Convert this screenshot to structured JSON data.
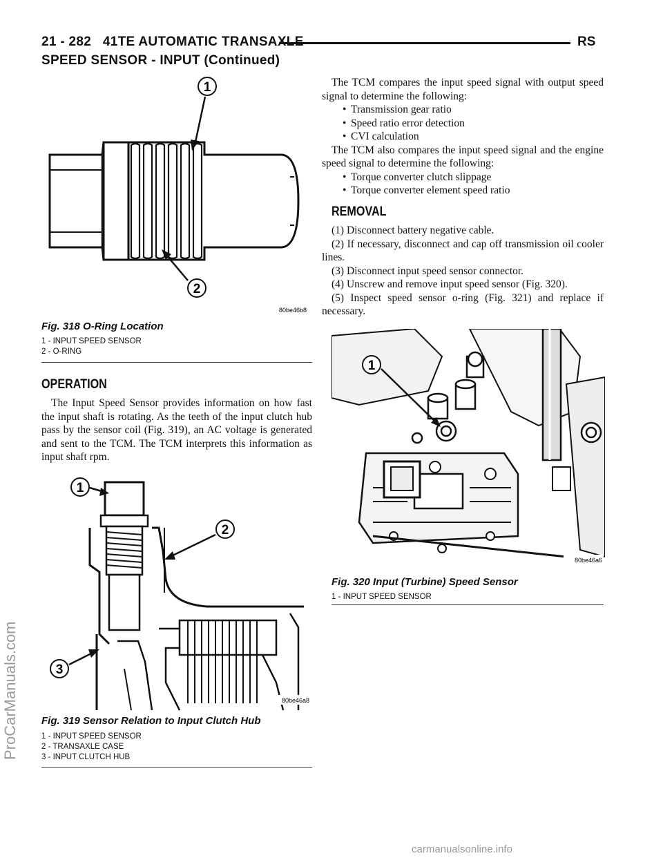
{
  "header": {
    "page_number": "21 - 282",
    "manual_section": "41TE AUTOMATIC TRANSAXLE",
    "model": "RS"
  },
  "section_title": "SPEED SENSOR - INPUT (Continued)",
  "fig318": {
    "caption": "Fig. 318 O-Ring Location",
    "code": "80be46b8",
    "callouts": [
      "1",
      "2"
    ],
    "legend": [
      "1 - INPUT SPEED SENSOR",
      "2 - O-RING"
    ]
  },
  "operation": {
    "heading": "OPERATION",
    "paragraph": "The Input Speed Sensor provides information on how fast the input shaft is rotating. As the teeth of the input clutch hub pass by the sensor coil (Fig. 319), an AC voltage is generated and sent to the TCM. The TCM interprets this information as input shaft rpm."
  },
  "fig319": {
    "caption": "Fig. 319 Sensor Relation to Input Clutch Hub",
    "code": "80be46a8",
    "callouts": [
      "1",
      "2",
      "3"
    ],
    "legend": [
      "1 - INPUT SPEED SENSOR",
      "2 - TRANSAXLE CASE",
      "3 - INPUT CLUTCH HUB"
    ]
  },
  "right_column": {
    "intro1": "The TCM compares the input speed signal with output speed signal to determine the following:",
    "bullets1": [
      "Transmission gear ratio",
      "Speed ratio error detection",
      "CVI calculation"
    ],
    "intro2": "The TCM also compares the input speed signal and the engine speed signal to determine the following:",
    "bullets2": [
      "Torque converter clutch slippage",
      "Torque converter element speed ratio"
    ]
  },
  "removal": {
    "heading": "REMOVAL",
    "steps": [
      "(1) Disconnect battery negative cable.",
      "(2) If necessary, disconnect and cap off transmission oil cooler lines.",
      "(3) Disconnect input speed sensor connector.",
      "(4) Unscrew and remove input speed sensor (Fig. 320).",
      "(5) Inspect speed sensor o-ring (Fig. 321) and replace if necessary."
    ]
  },
  "fig320": {
    "caption": "Fig. 320 Input (Turbine) Speed Sensor",
    "code": "80be46a6",
    "callouts": [
      "1"
    ],
    "legend": [
      "1 - INPUT SPEED SENSOR"
    ]
  },
  "watermarks": {
    "side": "ProCarManuals.com",
    "bottom": "carmanualsonline.info"
  }
}
